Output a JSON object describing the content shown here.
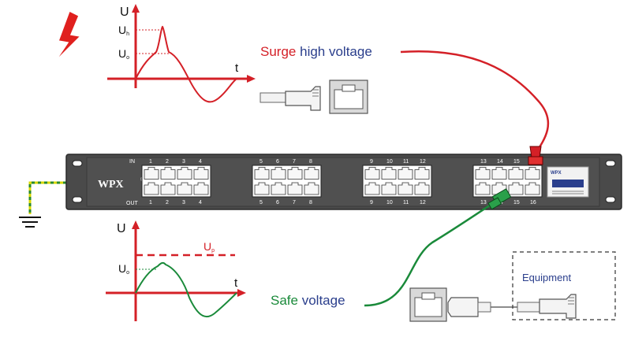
{
  "surge_graph": {
    "axis_u": "U",
    "axis_t": "t",
    "level_high": "U",
    "level_high_sub": "h",
    "level_o": "U",
    "level_o_sub": "o"
  },
  "safe_graph": {
    "axis_u": "U",
    "axis_t": "t",
    "level_p": "U",
    "level_p_sub": "p",
    "level_o": "U",
    "level_o_sub": "o"
  },
  "surge_label": {
    "emph": "Surge",
    "rest": "high voltage"
  },
  "safe_label": {
    "emph": "Safe",
    "rest": "voltage"
  },
  "panel": {
    "brand": "WPX",
    "in_label": "IN",
    "out_label": "OUT",
    "port_numbers": [
      "1",
      "2",
      "3",
      "4",
      "5",
      "6",
      "7",
      "8",
      "9",
      "10",
      "11",
      "12",
      "13",
      "14",
      "15",
      "16"
    ]
  },
  "equipment_label": "Equipment",
  "colors": {
    "surge": "#d42027",
    "safe": "#1a8a3a",
    "panel": "#4a4a4a",
    "ground": "#c8c800"
  }
}
